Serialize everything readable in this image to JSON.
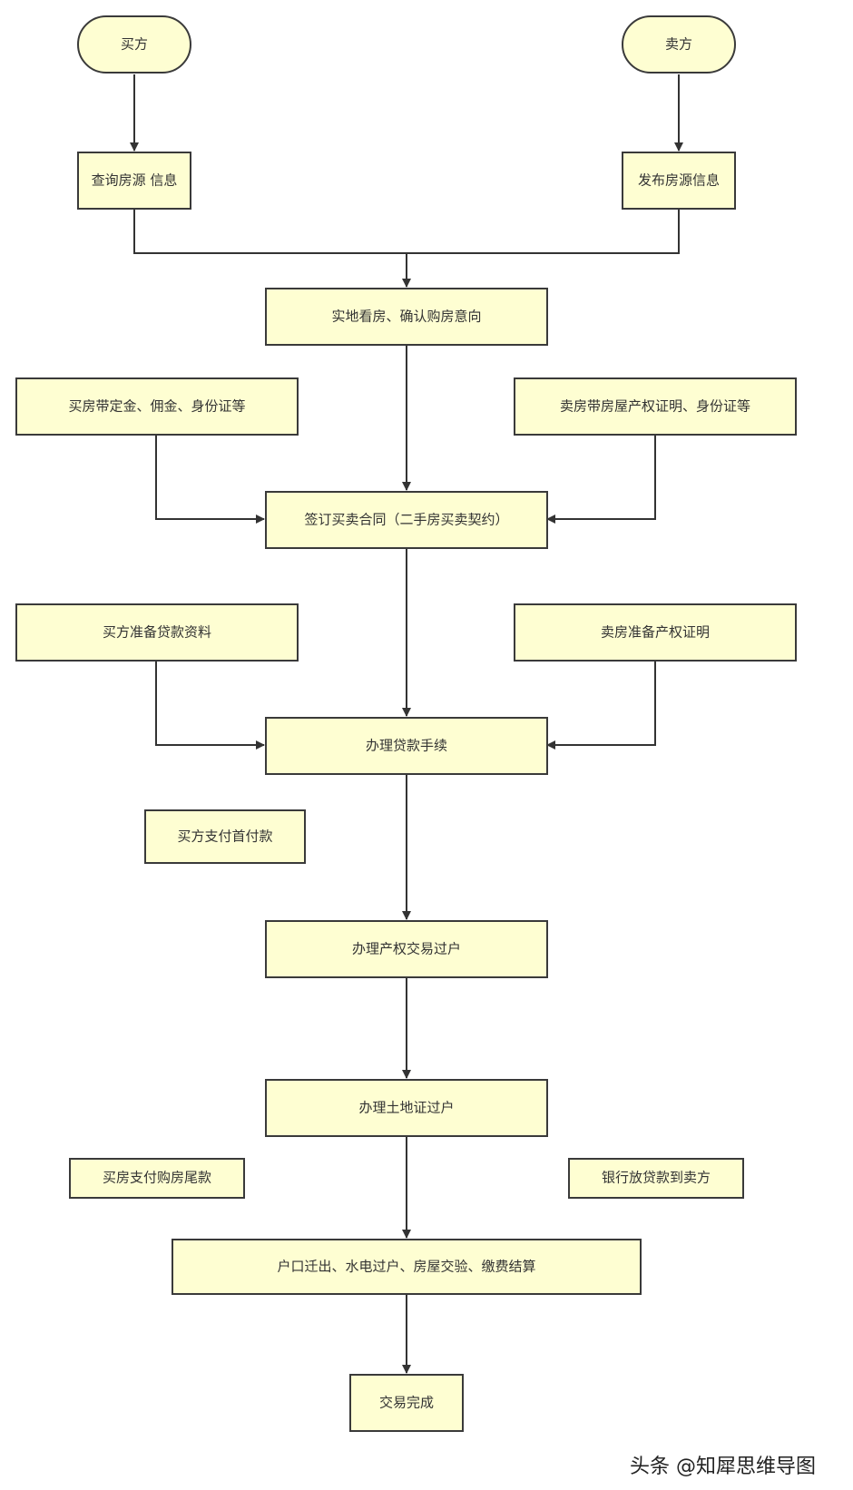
{
  "nodes": {
    "buyer": "买方",
    "seller": "卖方",
    "query": "查询房源 信息",
    "publish": "发布房源信息",
    "visit": "实地看房、确认购房意向",
    "buyer_docs": "买房带定金、佣金、身份证等",
    "seller_docs": "卖房带房屋产权证明、身份证等",
    "contract": "签订买卖合同（二手房买卖契约）",
    "buyer_loan_docs": "买方准备贷款资料",
    "seller_property_docs": "卖房准备产权证明",
    "loan": "办理贷款手续",
    "down_payment": "买方支付首付款",
    "transfer": "办理产权交易过户",
    "land_cert": "办理土地证过户",
    "final_payment": "买房支付购房尾款",
    "bank_release": "银行放贷款到卖方",
    "handover": "户口迁出、水电过户、房屋交验、缴费结算",
    "done": "交易完成"
  },
  "watermark": "头条 @知犀思维导图"
}
